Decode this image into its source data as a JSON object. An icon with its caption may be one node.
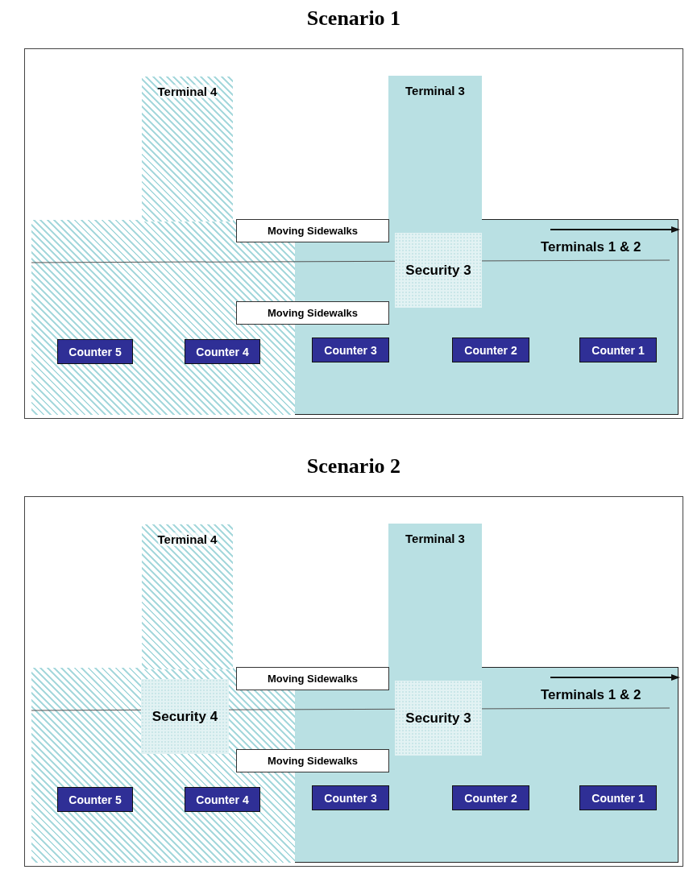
{
  "diagram": {
    "nodes": [
      {
        "text": [
          "Scenario 1"
        ]
      },
      {
        "text": [
          "Terminal 4"
        ],
        "in": 0
      },
      {
        "text": [
          "Terminal 3"
        ],
        "in": 0
      },
      {
        "text": [
          "Moving Sidewalks"
        ],
        "in": 0
      },
      {
        "text": [
          "Security 3"
        ],
        "in": 0
      },
      {
        "text": [
          "Moving Sidewalks"
        ],
        "in": 0
      },
      {
        "text": [
          "Counter 5"
        ],
        "in": 0
      },
      {
        "text": [
          "Counter 4"
        ],
        "in": 0
      },
      {
        "text": [
          "Counter 3"
        ],
        "in": 0
      },
      {
        "text": [
          "Counter 2"
        ],
        "in": 0
      },
      {
        "text": [
          "Counter 1"
        ],
        "in": 0
      },
      {
        "text": [
          "Scenario 2"
        ]
      },
      {
        "text": [
          "Terminal 4"
        ],
        "in": 11
      },
      {
        "text": [
          "Terminal 3"
        ],
        "in": 11
      },
      {
        "text": [
          "Moving Sidewalks"
        ],
        "in": 11
      },
      {
        "text": [
          "Security 4"
        ],
        "in": 11
      },
      {
        "text": [
          "Security 3"
        ],
        "in": 11
      },
      {
        "text": [
          "Moving Sidewalks"
        ],
        "in": 11
      },
      {
        "text": [
          "Counter 5"
        ],
        "in": 11
      },
      {
        "text": [
          "Counter 4"
        ],
        "in": 11
      },
      {
        "text": [
          "Counter 3"
        ],
        "in": 11
      },
      {
        "text": [
          "Counter 2"
        ],
        "in": 11
      },
      {
        "text": [
          "Counter 1"
        ],
        "in": 11
      }
    ],
    "labels": [
      "Terminals 1 & 2",
      "Terminals 1 & 2"
    ]
  }
}
